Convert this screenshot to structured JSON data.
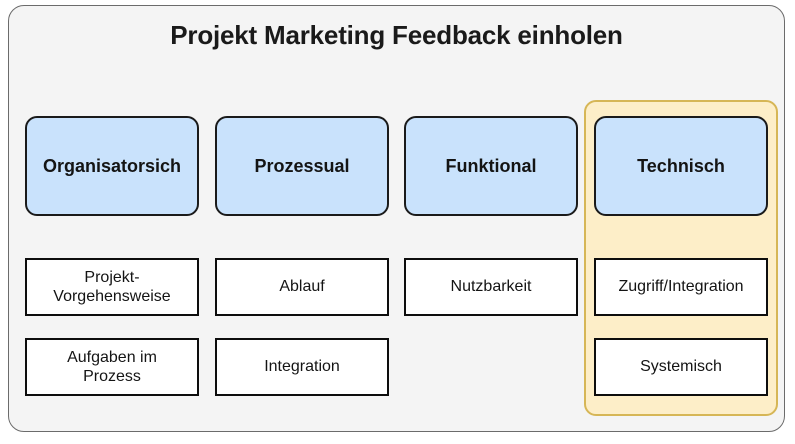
{
  "diagram": {
    "title": "Projekt Marketing Feedback einholen",
    "colors": {
      "frame_bg": "#f4f4f4",
      "frame_border": "#6b6b6b",
      "header_fill": "#c9e2fc",
      "header_border": "#1a1a1a",
      "item_fill": "#ffffff",
      "item_border": "#0d0d0d",
      "highlight_fill": "#fdeec8",
      "highlight_border": "#d6b656"
    },
    "columns": [
      {
        "header": "Organisatorsich",
        "highlighted": false,
        "items": [
          "Projekt-\nVorgehensweise",
          "Aufgaben im\nProzess"
        ]
      },
      {
        "header": "Prozessual",
        "highlighted": false,
        "items": [
          "Ablauf",
          "Integration"
        ]
      },
      {
        "header": "Funktional",
        "highlighted": false,
        "items": [
          "Nutzbarkeit"
        ]
      },
      {
        "header": "Technisch",
        "highlighted": true,
        "items": [
          "Zugriff/Integration",
          "Systemisch"
        ]
      }
    ]
  }
}
